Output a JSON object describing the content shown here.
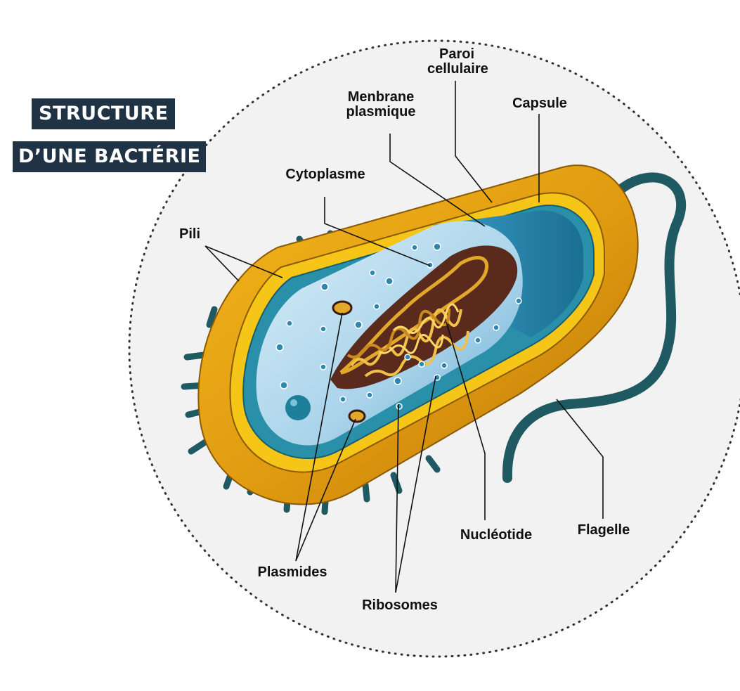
{
  "title": {
    "line1": "STRUCTURE",
    "line2": "D’UNE BACTÉRIE"
  },
  "labels": {
    "paroi_l1": "Paroi",
    "paroi_l2": "cellulaire",
    "membrane_l1": "Menbrane",
    "membrane_l2": "plasmique",
    "capsule": "Capsule",
    "cytoplasme": "Cytoplasme",
    "pili": "Pili",
    "nucleotide": "Nucléotide",
    "flagelle": "Flagelle",
    "plasmides": "Plasmides",
    "ribosomes": "Ribosomes"
  },
  "colors": {
    "capsule": "#e8a615",
    "cell_wall": "#f5c518",
    "membrane": "#2a8fa8",
    "cytoplasm": "#b8dcef",
    "dna": "#e2a82a",
    "nucleoid_dark": "#5a2a1c",
    "pili_flagellum": "#1f5a62",
    "background_circle": "#f2f2f2",
    "title_bg": "#1f3344"
  }
}
